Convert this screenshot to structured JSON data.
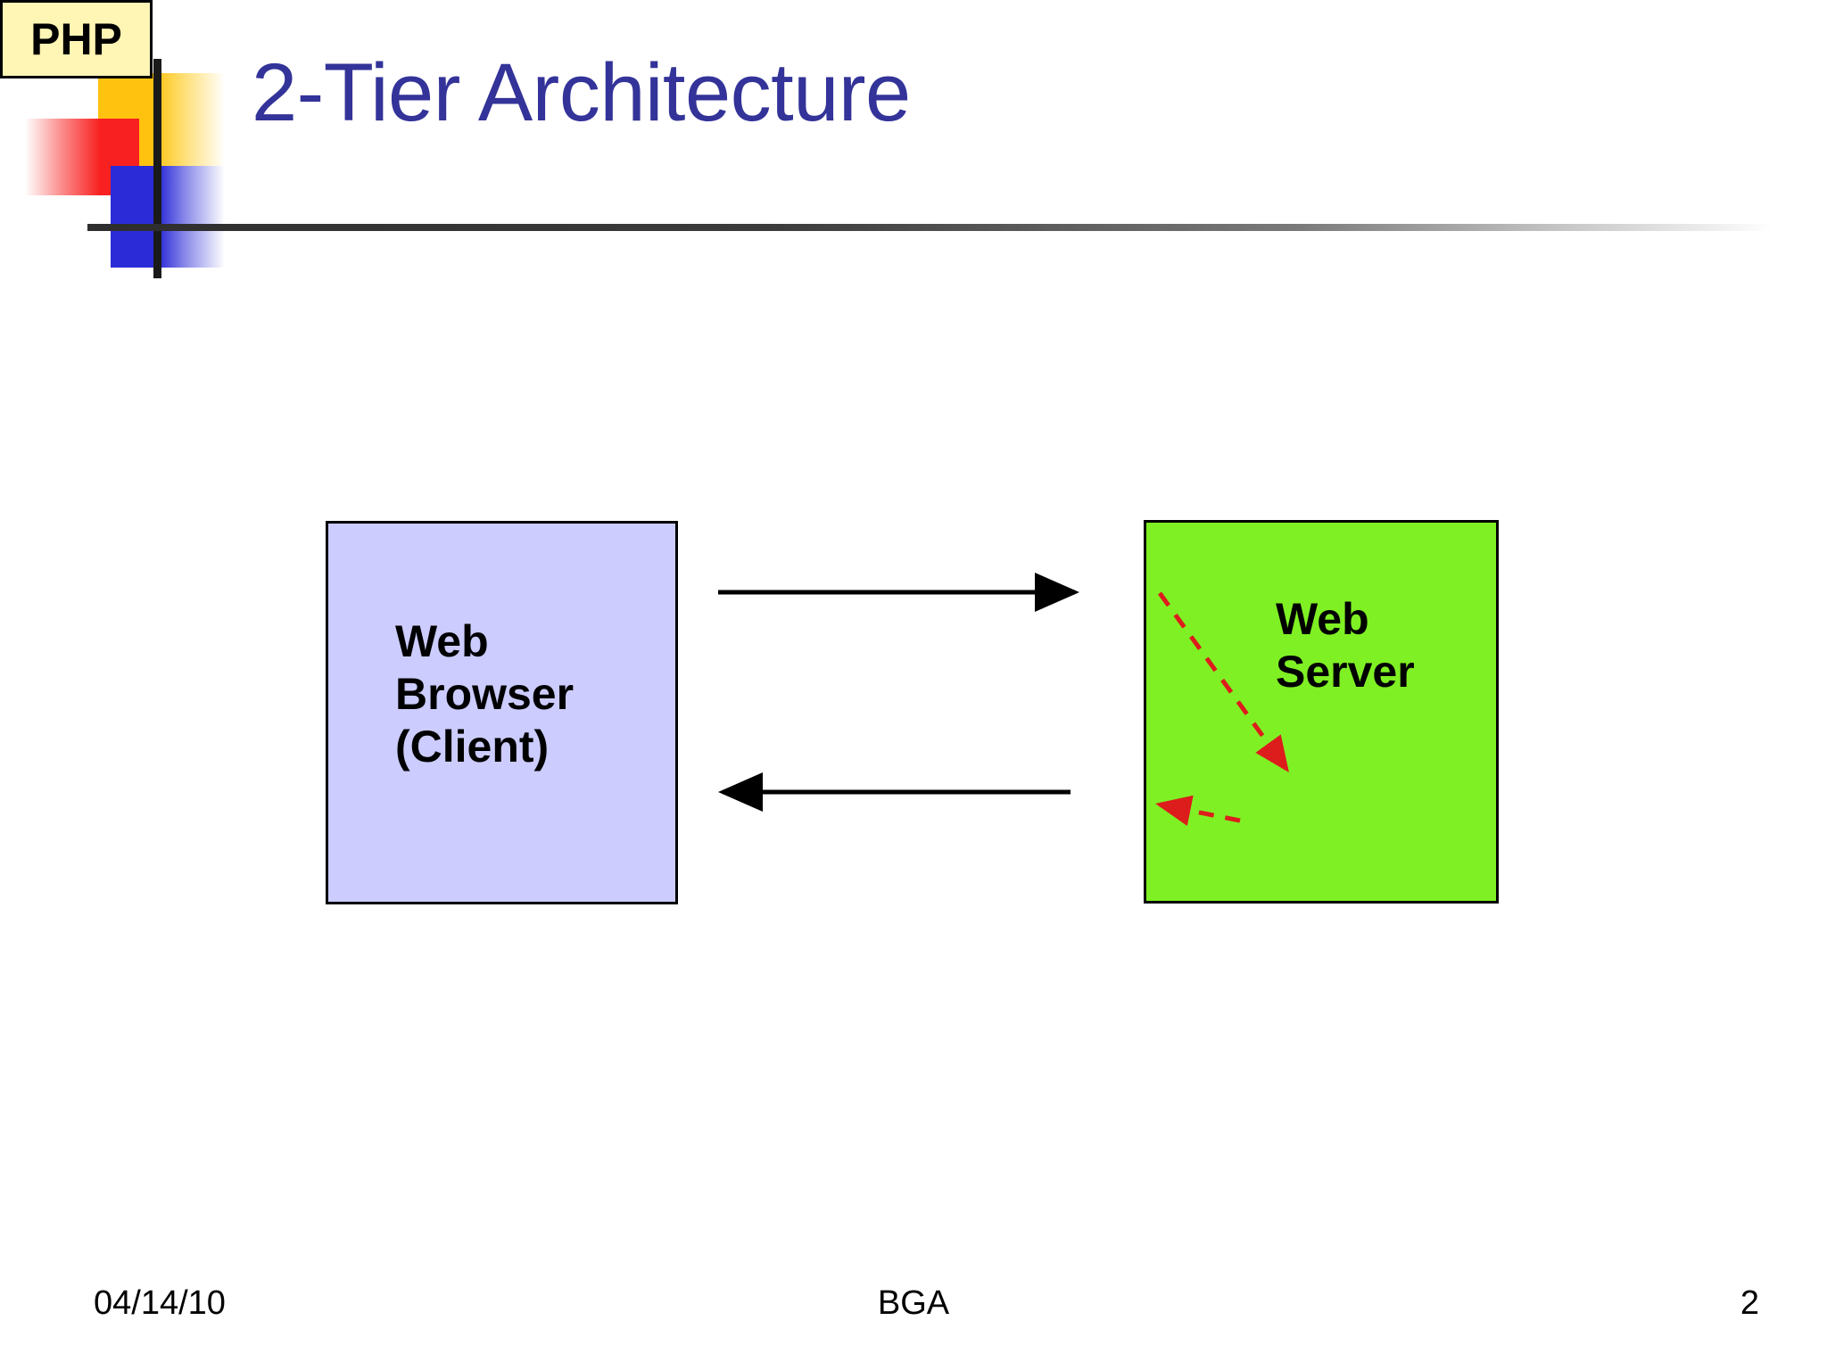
{
  "slide": {
    "title": "2-Tier Architecture",
    "title_color": "#333399"
  },
  "diagram": {
    "client_box": {
      "label": "Web\nBrowser\n(Client)",
      "fill_color": "#CCCCFF",
      "border_color": "#000000"
    },
    "server_box": {
      "label": "Web\nServer",
      "fill_color": "#7FF024",
      "border_color": "#000000"
    },
    "php_box": {
      "label": "PHP",
      "fill_color": "#FFF5B5",
      "border_color": "#000000"
    },
    "arrows": [
      {
        "name": "request-arrow",
        "direction": "client-to-server",
        "style": "solid",
        "color": "#000000"
      },
      {
        "name": "response-arrow",
        "direction": "server-to-client",
        "style": "solid",
        "color": "#000000"
      },
      {
        "name": "php-invoke-arrow",
        "direction": "server-to-php",
        "style": "dashed",
        "color": "#CC0000"
      },
      {
        "name": "php-return-arrow",
        "direction": "php-to-server",
        "style": "dashed",
        "color": "#CC0000"
      }
    ]
  },
  "footer": {
    "date": "04/14/10",
    "center": "BGA",
    "page_number": "2"
  }
}
